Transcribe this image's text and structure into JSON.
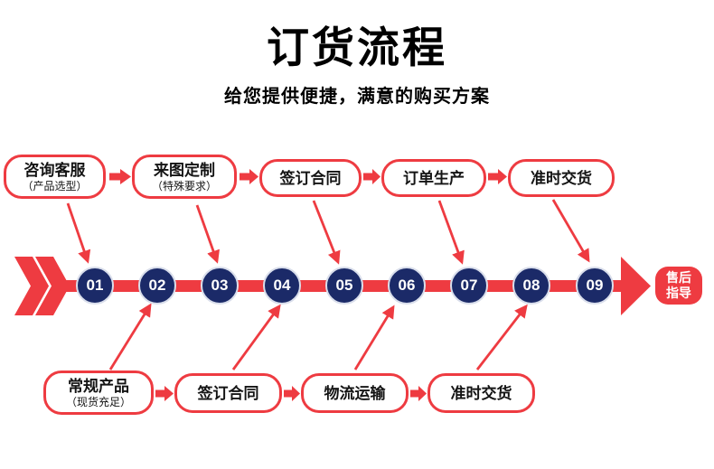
{
  "colors": {
    "red": "#ee3b41",
    "navy": "#1b2a68",
    "text_black": "#141414",
    "white": "#ffffff"
  },
  "header": {
    "title": "订货流程",
    "subtitle": "给您提供便捷，满意的购买方案"
  },
  "top_row": [
    {
      "label": "咨询客服",
      "sublabel": "（产品选型）"
    },
    {
      "label": "来图定制",
      "sublabel": "（特殊要求）"
    },
    {
      "label": "签订合同"
    },
    {
      "label": "订单生产"
    },
    {
      "label": "准时交货"
    }
  ],
  "bottom_row": [
    {
      "label": "常规产品",
      "sublabel": "（现货充足）"
    },
    {
      "label": "签订合同"
    },
    {
      "label": "物流运输"
    },
    {
      "label": "准时交货"
    }
  ],
  "timeline": {
    "steps": [
      "01",
      "02",
      "03",
      "04",
      "05",
      "06",
      "07",
      "08",
      "09"
    ],
    "end_label": [
      "售后",
      "指导"
    ]
  }
}
